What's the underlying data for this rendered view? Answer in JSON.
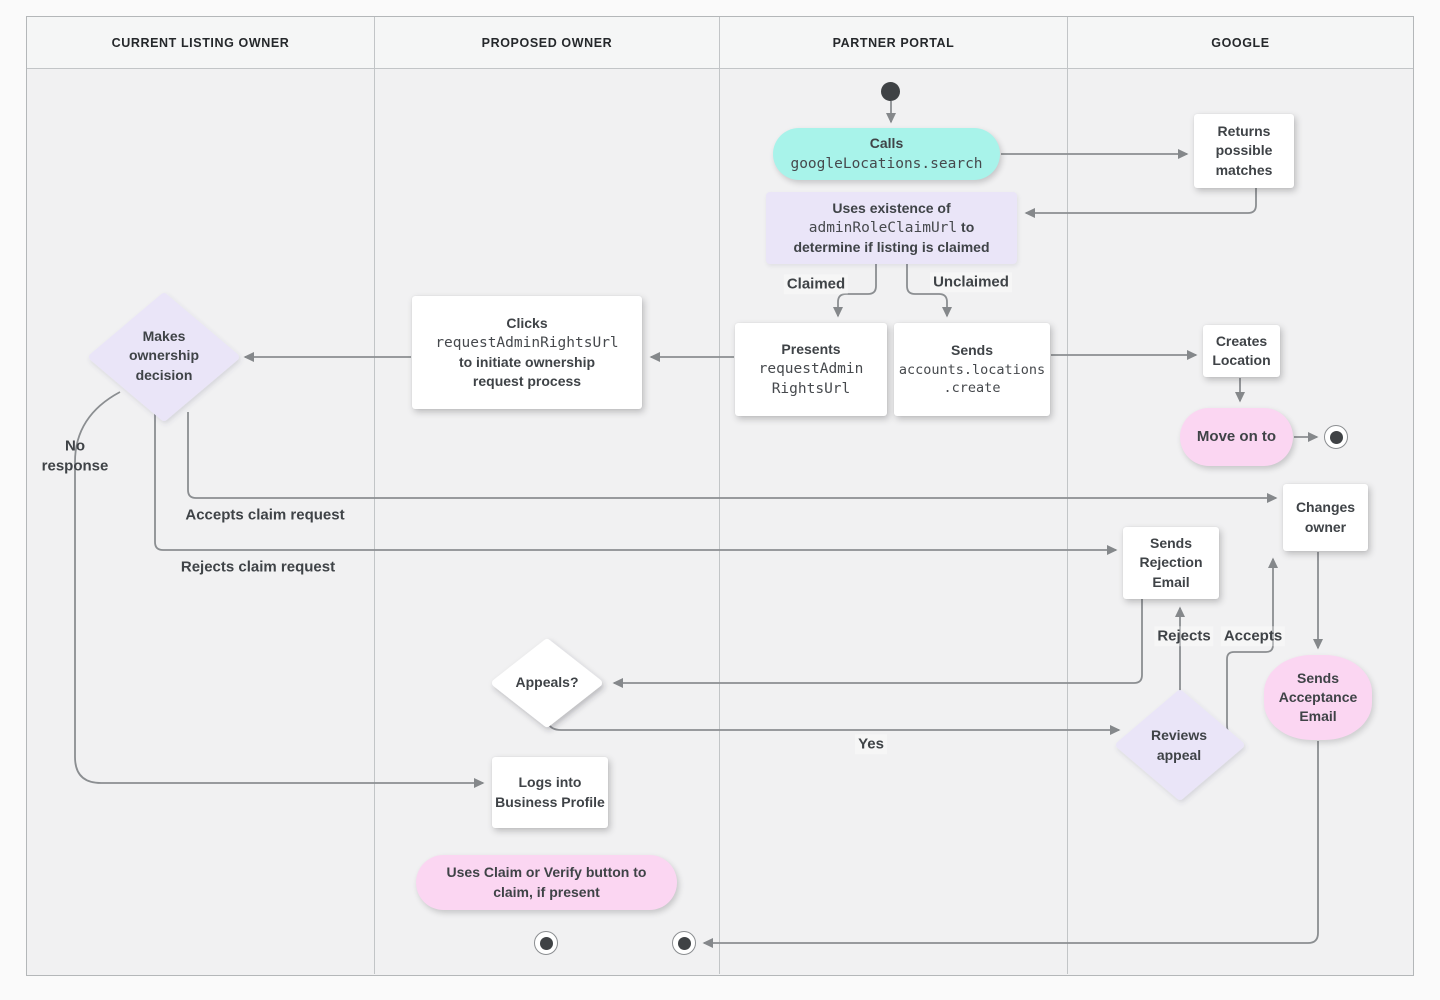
{
  "lanes": [
    {
      "label": "CURRENT LISTING OWNER"
    },
    {
      "label": "PROPOSED OWNER"
    },
    {
      "label": "PARTNER PORTAL"
    },
    {
      "label": "GOOGLE"
    }
  ],
  "nodes": {
    "calls": {
      "title": "Calls",
      "code": "googleLocations.search"
    },
    "returns_matches": {
      "label": "Returns possible matches"
    },
    "uses_existence": {
      "line1": "Uses existence of",
      "code": "adminRoleClaimUrl",
      "line2_suffix": " to",
      "line3": "determine if listing is claimed"
    },
    "presents": {
      "title": "Presents",
      "code1": "requestAdmin",
      "code2": "RightsUrl"
    },
    "sends_create": {
      "title": "Sends",
      "code1": "accounts.locations",
      "code2": ".create"
    },
    "clicks": {
      "title": "Clicks",
      "code": "requestAdminRightsUrl",
      "line3": "to initiate ownership",
      "line4": "request process"
    },
    "makes_decision": {
      "label": "Makes ownership decision"
    },
    "creates_location": {
      "label": "Creates Location"
    },
    "move_on": {
      "label": "Move on to"
    },
    "sends_rejection": {
      "label": "Sends Rejection Email"
    },
    "changes_owner": {
      "label": "Changes owner"
    },
    "appeals": {
      "label": "Appeals?"
    },
    "reviews_appeal": {
      "label": "Reviews appeal"
    },
    "sends_acceptance": {
      "label": "Sends Acceptance Email"
    },
    "logs_in": {
      "label": "Logs into Business Profile"
    },
    "claim_verify": {
      "label": "Uses Claim or Verify button to claim, if present"
    }
  },
  "edge_labels": {
    "claimed": "Claimed",
    "unclaimed": "Unclaimed",
    "no_response": "No response",
    "accepts_claim": "Accepts claim request",
    "rejects_claim": "Rejects claim request",
    "rejects": "Rejects",
    "accepts": "Accepts",
    "yes": "Yes"
  },
  "colors": {
    "teal": "#a8f3ea",
    "lavender": "#eae5f8",
    "pink": "#fbd6f2",
    "line": "#8b8e91",
    "text": "#3f4347",
    "lane-bg": "#f1f1f2",
    "header-bg": "#f5f6f6",
    "border": "#c2c5c7",
    "page": "#fafafa"
  }
}
